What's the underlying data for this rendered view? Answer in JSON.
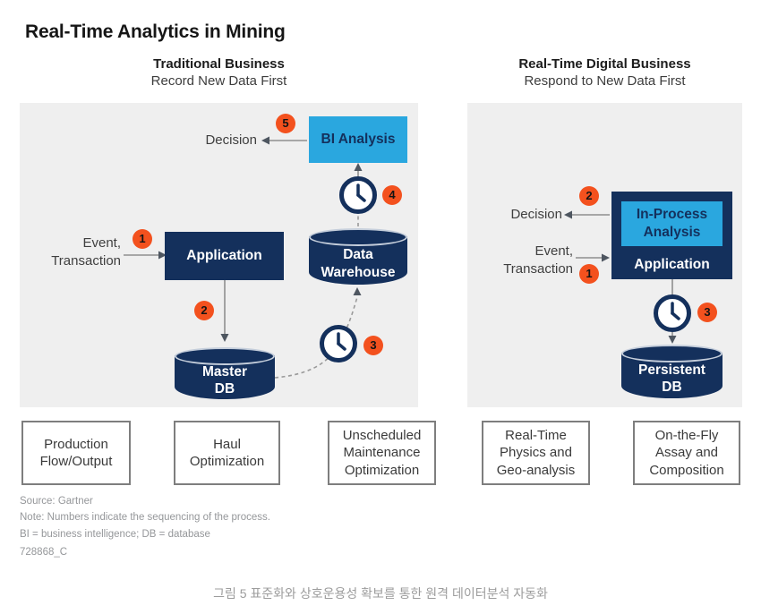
{
  "title": "Real-Time Analytics in Mining",
  "colors": {
    "navy": "#14305C",
    "light_blue": "#2AA7DF",
    "orange": "#F3511E",
    "panel_bg": "#EFEFEF"
  },
  "left_panel": {
    "heading": "Traditional Business",
    "subheading": "Record New Data First",
    "decision_label": "Decision",
    "event_label": "Event,\nTransaction",
    "application_label": "Application",
    "bi_analysis_label": "BI Analysis",
    "data_warehouse_label": "Data\nWarehouse",
    "master_db_label": "Master\nDB",
    "steps": {
      "s1": "1",
      "s2": "2",
      "s3": "3",
      "s4": "4",
      "s5": "5"
    }
  },
  "right_panel": {
    "heading": "Real-Time Digital Business",
    "subheading": "Respond to New Data First",
    "decision_label": "Decision",
    "event_label": "Event,\nTransaction",
    "in_process_label": "In-Process\nAnalysis",
    "application_label": "Application",
    "persistent_db_label": "Persistent\nDB",
    "steps": {
      "s1": "1",
      "s2": "2",
      "s3": "3"
    }
  },
  "bottom_boxes": [
    {
      "label": "Production\nFlow/Output"
    },
    {
      "label": "Haul\nOptimization"
    },
    {
      "label": "Unscheduled\nMaintenance\nOptimization"
    },
    {
      "label": "Real-Time\nPhysics and\nGeo-analysis"
    },
    {
      "label": "On-the-Fly\nAssay and\nComposition"
    }
  ],
  "footer": {
    "source": "Source: Gartner",
    "note": "Note: Numbers indicate the sequencing of the process.",
    "legend": "BI = business intelligence; DB = database",
    "figure_id": "728868_C"
  },
  "caption": "그림 5 표준화와 상호운용성 확보를 통한 원격 데이터분석 자동화"
}
